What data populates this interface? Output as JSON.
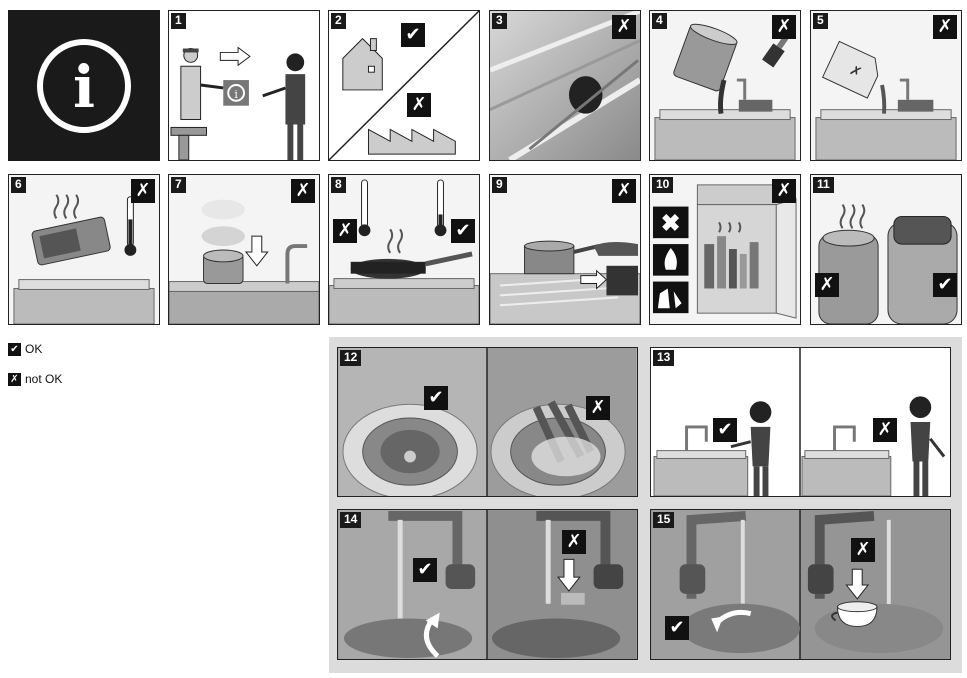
{
  "info_panel": {
    "icon": "info-icon",
    "glyph": "i"
  },
  "marks": {
    "ok": "✔",
    "not_ok": "✗"
  },
  "legend": {
    "ok_label": "OK",
    "not_ok_label": "not OK"
  },
  "steps": {
    "s1": "1",
    "s2": "2",
    "s3": "3",
    "s4": "4",
    "s5": "5",
    "s6": "6",
    "s7": "7",
    "s8": "8",
    "s9": "9",
    "s10": "10",
    "s11": "11",
    "s12": "12",
    "s13": "13",
    "s14": "14",
    "s15": "15"
  },
  "colors": {
    "panel_dark": "#1a1a1a",
    "group_bg": "#dcdcdc",
    "steel": "#b8b8b8"
  }
}
